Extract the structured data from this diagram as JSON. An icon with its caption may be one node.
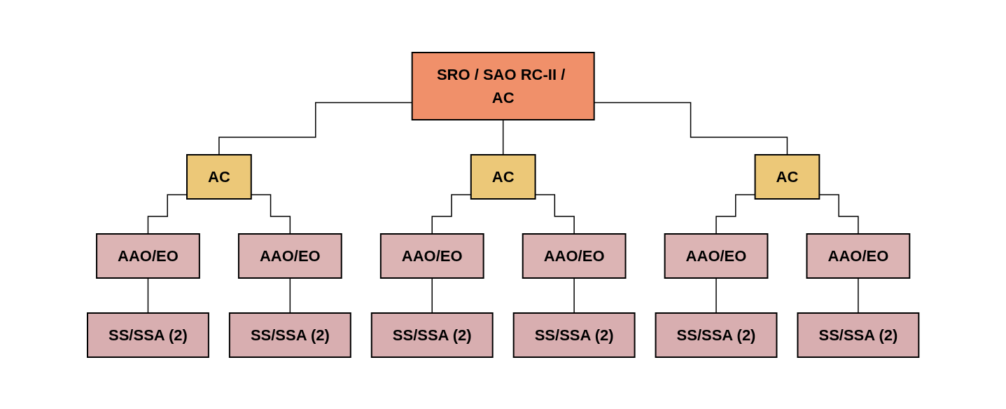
{
  "diagram": {
    "nodes": [
      {
        "text": [
          "SRO / SAO RC-II / AC"
        ]
      },
      {
        "text": [
          "AC"
        ]
      },
      {
        "text": [
          "AC"
        ]
      },
      {
        "text": [
          "AC"
        ]
      },
      {
        "text": [
          "AAO/EO"
        ]
      },
      {
        "text": [
          "AAO/EO"
        ]
      },
      {
        "text": [
          "AAO/EO"
        ]
      },
      {
        "text": [
          "AAO/EO"
        ]
      },
      {
        "text": [
          "AAO/EO"
        ]
      },
      {
        "text": [
          "AAO/EO"
        ]
      },
      {
        "text": [
          "SS/SSA (2)"
        ]
      },
      {
        "text": [
          "SS/SSA (2)"
        ]
      },
      {
        "text": [
          "SS/SSA (2)"
        ]
      },
      {
        "text": [
          "SS/SSA (2)"
        ]
      },
      {
        "text": [
          "SS/SSA (2)"
        ]
      },
      {
        "text": [
          "SS/SSA (2)"
        ]
      }
    ],
    "edges": [
      {
        "from": 0,
        "to": 1,
        "arrow": "none"
      },
      {
        "from": 0,
        "to": 2,
        "arrow": "none"
      },
      {
        "from": 0,
        "to": 3,
        "arrow": "none"
      },
      {
        "from": 1,
        "to": 4,
        "arrow": "none"
      },
      {
        "from": 1,
        "to": 5,
        "arrow": "none"
      },
      {
        "from": 2,
        "to": 6,
        "arrow": "none"
      },
      {
        "from": 2,
        "to": 7,
        "arrow": "none"
      },
      {
        "from": 3,
        "to": 8,
        "arrow": "none"
      },
      {
        "from": 3,
        "to": 9,
        "arrow": "none"
      },
      {
        "from": 4,
        "to": 10,
        "arrow": "none"
      },
      {
        "from": 5,
        "to": 11,
        "arrow": "none"
      },
      {
        "from": 6,
        "to": 12,
        "arrow": "none"
      },
      {
        "from": 7,
        "to": 13,
        "arrow": "none"
      },
      {
        "from": 8,
        "to": 14,
        "arrow": "none"
      },
      {
        "from": 9,
        "to": 15,
        "arrow": "none"
      }
    ]
  }
}
